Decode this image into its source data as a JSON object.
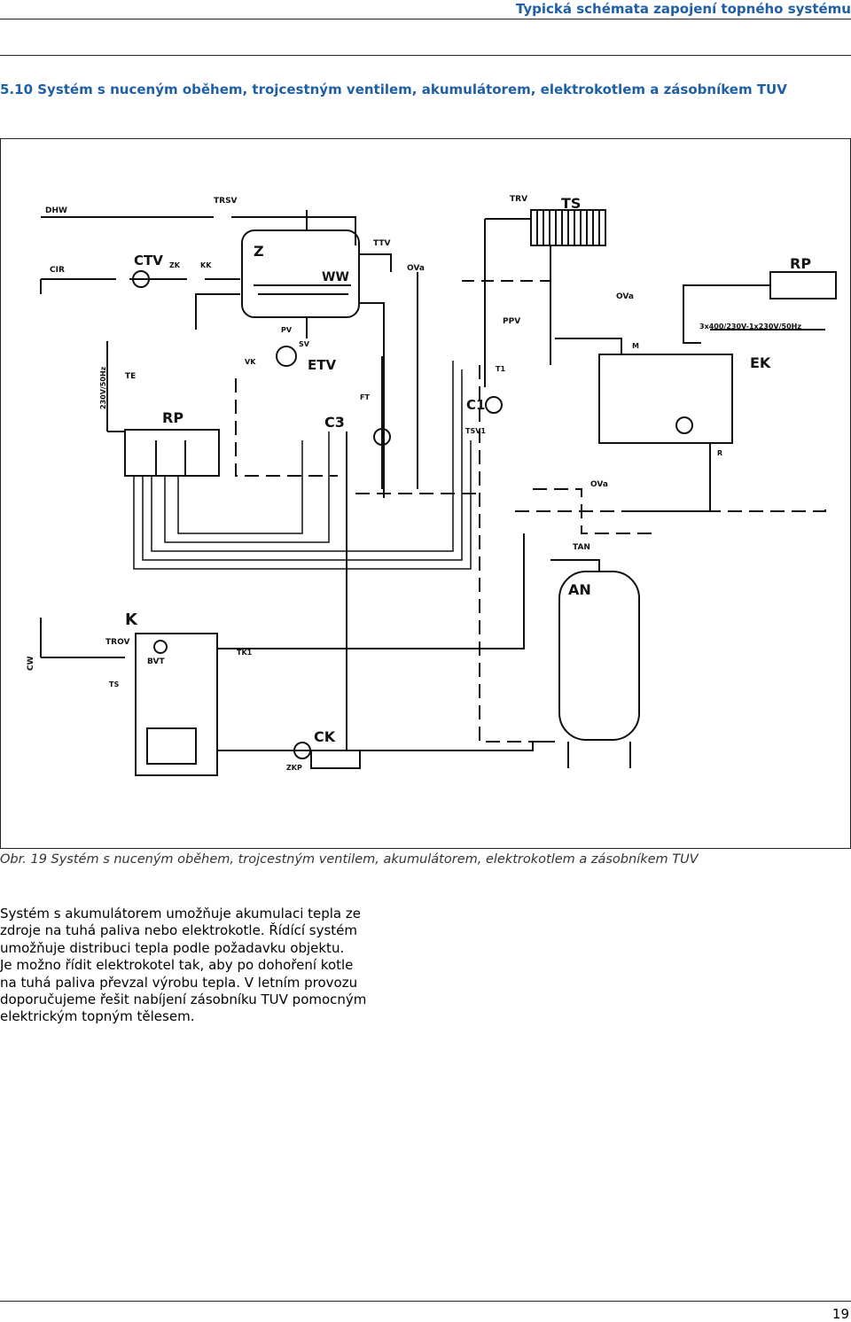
{
  "header": {
    "running_title": "Typická schémata zapojení topného systému"
  },
  "section": {
    "title": "5.10 Systém s nuceným oběhem, trojcestným ventilem, akumulátorem, elektrokotlem a zásobníkem TUV"
  },
  "figure": {
    "caption": "Obr. 19  Systém s nuceným oběhem, trojcestným ventilem, akumulátorem, elektrokotlem a zásobníkem TUV",
    "labels": {
      "dhw": "DHW",
      "trsv": "TRSV",
      "cir": "CIR",
      "ctv": "CTV",
      "zk": "ZK",
      "kk": "KK",
      "z": "Z",
      "ttv": "TTV",
      "ova": "OVa",
      "ww": "WW",
      "pv": "PV",
      "sv": "SV",
      "etv": "ETV",
      "vk": "VK",
      "te": "TE",
      "rp": "RP",
      "power_rp": "230V/50Hz",
      "ft": "FT",
      "c3": "C3",
      "trv": "TRV",
      "ts_radiator": "TS",
      "ppv": "PPV",
      "t1": "T1",
      "c1": "C1",
      "tsv1": "TSV1",
      "m": "M",
      "power_ek": "3x400/230V-1x230V/50Hz",
      "ek": "EK",
      "r": "R",
      "tan": "TAN",
      "an": "AN",
      "k": "K",
      "trov": "TROV",
      "cw": "CW",
      "ts": "TS",
      "bvt": "BVT",
      "tk1": "TK1",
      "ck": "CK",
      "zkp": "ZKP"
    }
  },
  "body": {
    "paragraph": [
      "Systém s akumulátorem umožňuje akumulaci tepla ze",
      "zdroje na tuhá paliva nebo elektrokotle. Řídící systém",
      "umožňuje distribuci tepla podle požadavku objektu.",
      "Je možno řídit elektrokotel tak, aby po dohoření kotle",
      "na tuhá paliva převzal výrobu tepla. V letním provozu",
      "doporučujeme řešit nabíjení zásobníku TUV pomocným",
      "elektrickým topným tělesem."
    ]
  },
  "footer": {
    "page_number": "19"
  }
}
